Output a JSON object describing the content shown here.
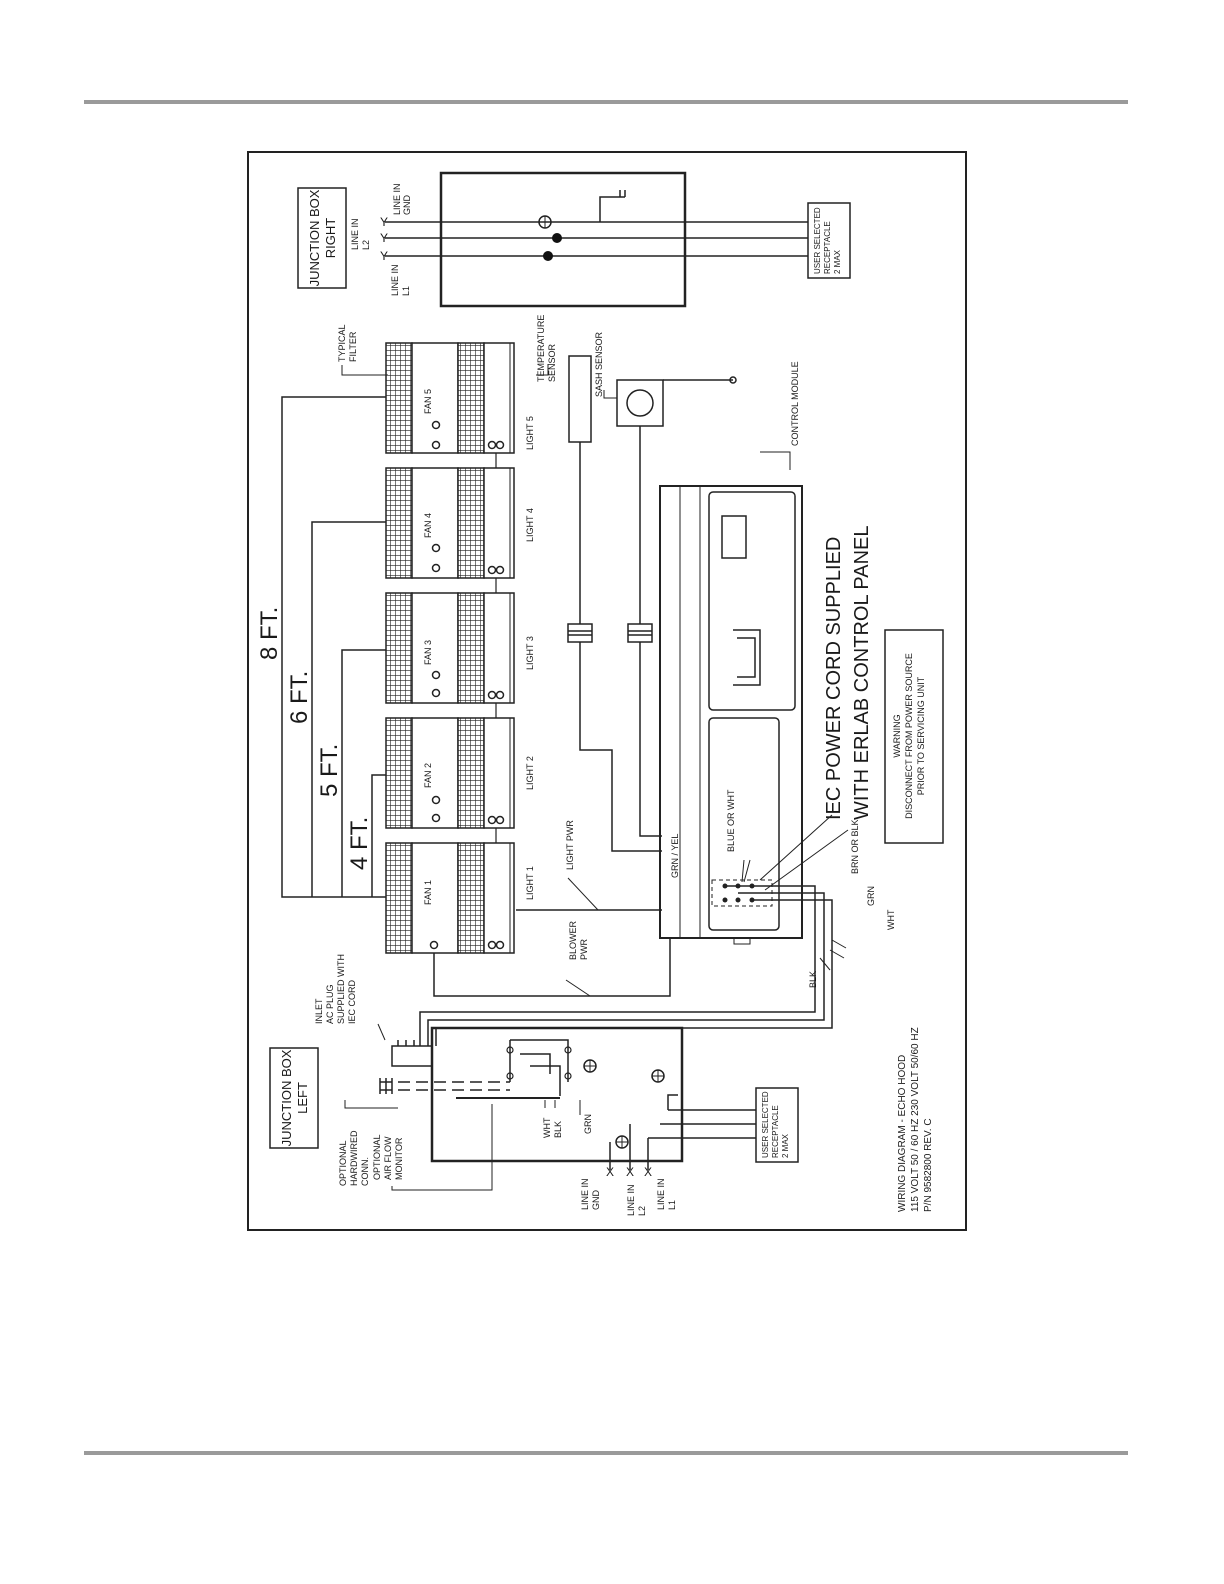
{
  "junction_right": {
    "title_1": "JUNCTION BOX",
    "title_2": "RIGHT",
    "line_gnd_1": "LINE IN",
    "line_gnd_2": "GND",
    "line_l2_1": "LINE IN",
    "line_l2_2": "L2",
    "line_l1_1": "LINE IN",
    "line_l1_2": "L1",
    "receptacle_1": "USER SELECTED",
    "receptacle_2": "RECEPTACLE",
    "receptacle_3": "2 MAX"
  },
  "junction_left": {
    "title_1": "JUNCTION BOX",
    "title_2": "LEFT",
    "line_gnd_1": "LINE IN",
    "line_gnd_2": "GND",
    "line_l2_1": "LINE IN",
    "line_l2_2": "L2",
    "line_l1_1": "LINE IN",
    "line_l1_2": "L1",
    "receptacle_1": "USER SELECTED",
    "receptacle_2": "RECEPTACLE",
    "receptacle_3": "2 MAX",
    "wht": "WHT",
    "blk": "BLK",
    "grn": "GRN"
  },
  "labels": {
    "typical_filter_1": "TYPICAL",
    "typical_filter_2": "FILTER",
    "temp_sensor_1": "TEMPERATURE",
    "temp_sensor_2": "SENSOR",
    "sash_sensor": "SASH SENSOR",
    "control_module": "CONTROL MODULE",
    "light_pwr": "LIGHT PWR",
    "blower_pwr_1": "BLOWER",
    "blower_pwr_2": "PWR",
    "inlet_1": "INLET",
    "inlet_2": "AC PLUG",
    "inlet_3": "SUPPLIED WITH",
    "inlet_4": "IEC CORD",
    "hardwired_1": "OPTIONAL",
    "hardwired_2": "HARDWIRED",
    "hardwired_3": "CONN.",
    "airflow_1": "OPTIONAL",
    "airflow_2": "AIR FLOW",
    "airflow_3": "MONITOR",
    "grn_yel": "GRN / YEL",
    "blue_or_wht": "BLUE OR WHT",
    "brn_or_blk": "BRN OR BLK",
    "grn": "GRN",
    "wht": "WHT",
    "blk": "BLK",
    "iec_1": "IEC POWER CORD SUPPLIED",
    "iec_2": "WITH ERLAB CONTROL PANEL"
  },
  "dimensions": [
    "8 FT.",
    "6 FT.",
    "5 FT.",
    "4 FT."
  ],
  "fans": [
    "FAN 1",
    "FAN 2",
    "FAN 3",
    "FAN 4",
    "FAN 5"
  ],
  "lights": [
    "LIGHT 1",
    "LIGHT 2",
    "LIGHT 3",
    "LIGHT 4",
    "LIGHT 5"
  ],
  "warning": {
    "title": "WARNING",
    "line_1": "DISCONNECT FROM POWER SOURCE",
    "line_2": "PRIOR TO SERVICING UNIT"
  },
  "title_block": {
    "line_1": "WIRING DIAGRAM - ECHO HOOD",
    "line_2": "115 VOLT 50 / 60 HZ 230 VOLT 50/60 HZ",
    "line_3": "P/N 9582800 REV. C"
  }
}
